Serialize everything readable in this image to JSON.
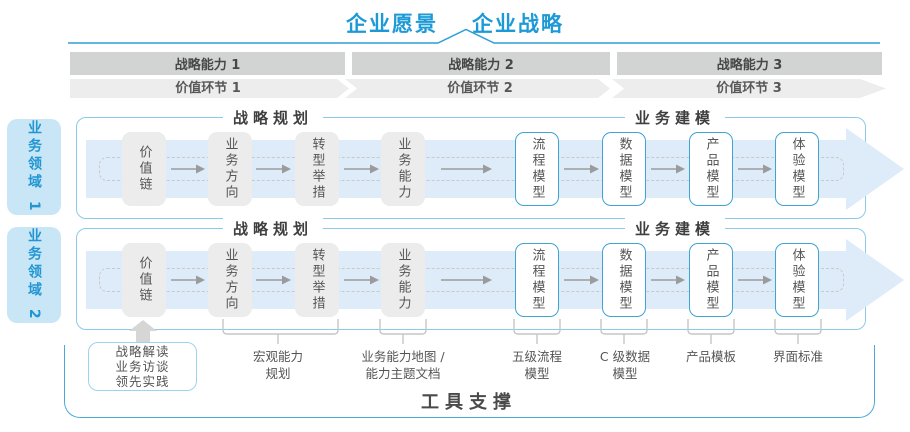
{
  "title": {
    "vision": "企业愿景",
    "strategy": "企业战略"
  },
  "strategic_capabilities": [
    "战略能力 1",
    "战略能力 2",
    "战略能力 3"
  ],
  "value_links": [
    "价值环节 1",
    "价值环节 2",
    "价值环节 3"
  ],
  "domains": [
    {
      "label": "业务领域 1"
    },
    {
      "label": "业务领域 2"
    }
  ],
  "lane": {
    "headers": {
      "planning": "战略规划",
      "modeling": "业务建模"
    },
    "gray_boxes": [
      "价值链",
      "业务方向",
      "转型举措",
      "业务能力"
    ],
    "blue_boxes": [
      "流程模型",
      "数据模型",
      "产品模型",
      "体验模型"
    ]
  },
  "callout": {
    "lines": [
      "战略解读",
      "业务访谈",
      "领先实践"
    ]
  },
  "annotations": [
    {
      "lines": [
        "宏观能力",
        "规划"
      ]
    },
    {
      "lines": [
        "业务能力地图 /",
        "能力主题文档"
      ]
    },
    {
      "lines": [
        "五级流程",
        "模型"
      ]
    },
    {
      "lines": [
        "C 级数据",
        "模型"
      ]
    },
    {
      "lines": [
        "产品模板"
      ]
    },
    {
      "lines": [
        "界面标准"
      ]
    }
  ],
  "footer": {
    "label": "工具支撑"
  },
  "colors": {
    "accent_blue": "#1d9ad6",
    "band_dark_gray": "#d2d3d3",
    "band_light_gray": "#ededed",
    "lane_border": "#8ccae9",
    "flow_arrow_fill": "#ddecf8",
    "box_gray": "#ececec",
    "box_border_blue": "#3fa3d4",
    "outer_border": "#4aa9d6",
    "domain_bg": "#c9e6f7",
    "text_dark": "#4a4a4a"
  }
}
